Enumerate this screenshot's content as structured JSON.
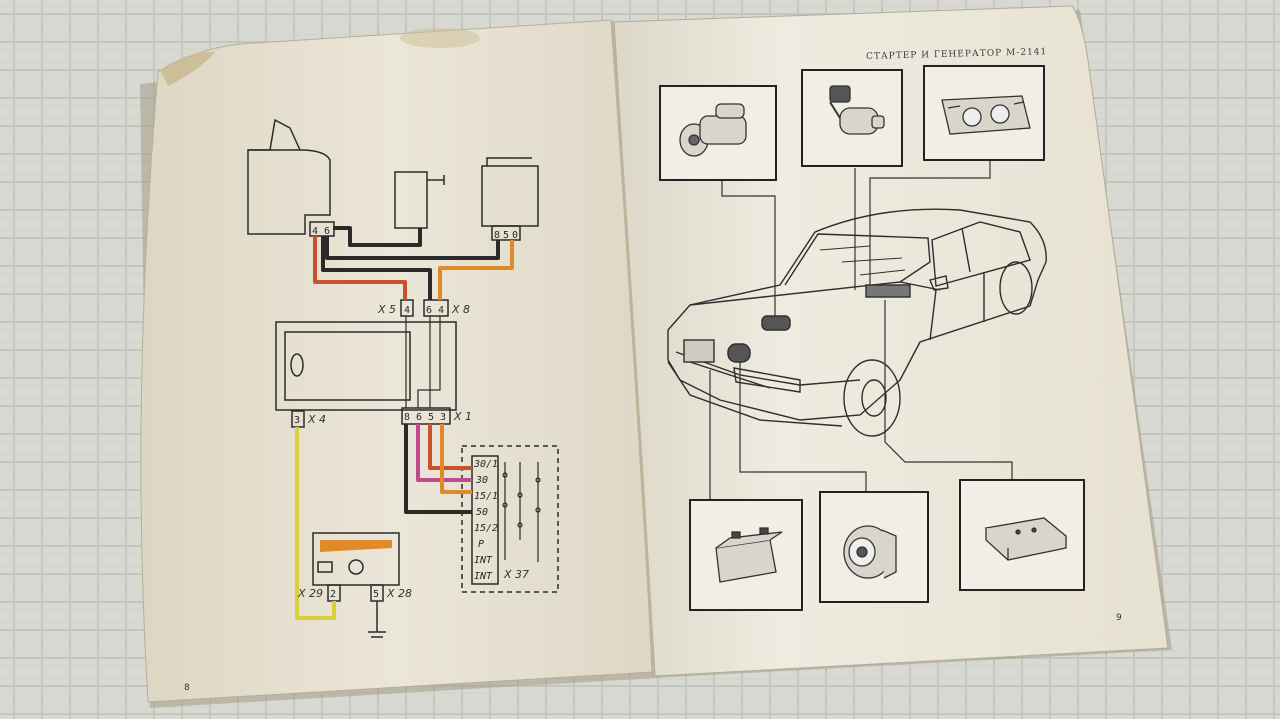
{
  "photo": {
    "subject": "open vintage car service booklet on a checkered tablecloth",
    "colors": {
      "tablecloth": "#d8d9d2",
      "paper": "#e9e5d8",
      "ink": "#2b2b2b",
      "wire_red": "#c8522e",
      "wire_orange": "#e08a2a",
      "wire_yellow": "#d8cf3a",
      "wire_pink": "#c04a8a",
      "wire_black": "#2a2a2a"
    }
  },
  "left_page": {
    "page_number": "8",
    "connector_labels": {
      "x5": "X 5",
      "x8": "X 8",
      "x1": "X 1",
      "x4": "X 4",
      "x37": "X 37",
      "x29": "X 29",
      "x28": "X 28"
    },
    "pin_numbers": {
      "top_left_block": [
        "4",
        "6"
      ],
      "top_right_block": [
        "8",
        "5",
        "0"
      ],
      "x5_pin": "4",
      "x8_pins": [
        "6",
        "4"
      ],
      "x1_pins": [
        "8",
        "6",
        "5",
        "3"
      ],
      "x4_pin": "3",
      "x29_pin": "2",
      "x28_pin": "5"
    },
    "switch_terminals": [
      "30/1",
      "30",
      "15/1",
      "50",
      "15/2",
      "P",
      "INT",
      "INT"
    ]
  },
  "right_page": {
    "header": "СТАРТЕР И ГЕНЕРАТОР  М-2141",
    "page_number": "9",
    "component_icons": [
      "starter-icon",
      "ignition-switch-icon",
      "instrument-cluster-icon",
      "battery-icon",
      "generator-icon",
      "relay-block-icon"
    ]
  }
}
